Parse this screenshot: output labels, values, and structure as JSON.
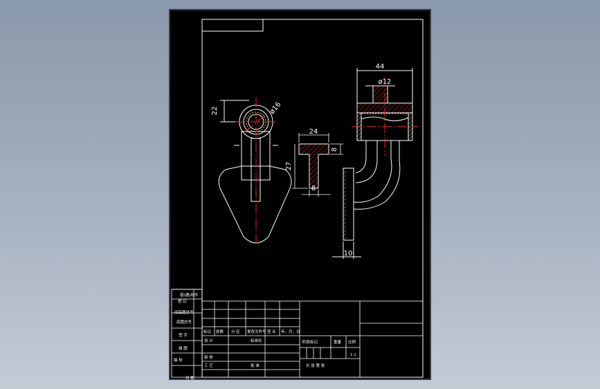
{
  "colors": {
    "outline": "#ffffff",
    "centerline": "#ff2a2a",
    "hatch": "#ff3030",
    "hatch_alt": "#e6c85a",
    "dimension": "#ffffff"
  },
  "dimensions": {
    "d44": "44",
    "d12": "ø12",
    "d22": "22",
    "d16": "ø16",
    "d24": "24",
    "d8a": "8",
    "d27": "27",
    "d8b": "8",
    "d10": "10"
  },
  "title_block": {
    "left_col": [
      "借(通)用件",
      "登 记",
      "旧底图总号",
      "底图总号",
      "签 字",
      "日 期",
      "描 图",
      "描 校"
    ],
    "rev_header": [
      "标记",
      "处数",
      "分 区",
      "更改文件号",
      "签 名",
      "年、月、日"
    ],
    "rows": [
      "设 计",
      "标准化",
      "审 核",
      "工 艺",
      "批 准"
    ],
    "stage_header": [
      "阶段标记",
      "重量",
      "比例"
    ],
    "scale": "1:1",
    "sheet_info": "共    张    第    张"
  }
}
